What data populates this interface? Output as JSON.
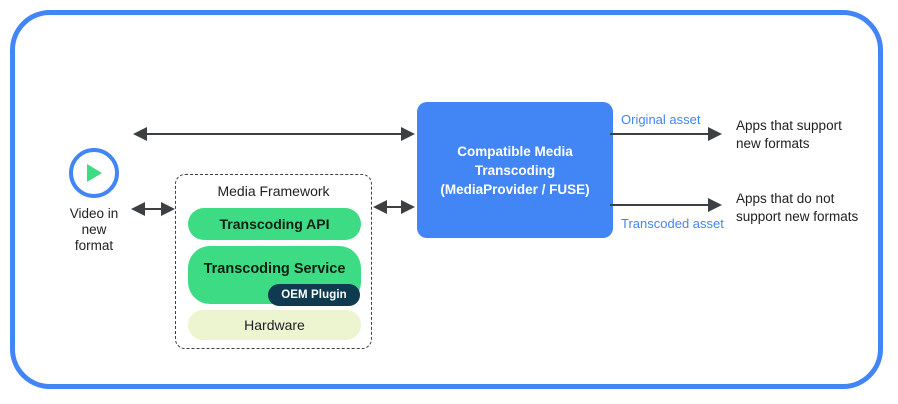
{
  "frame": {
    "border_color": "#4285F4"
  },
  "palette": {
    "blue": "#4285F4",
    "green": "#3DDC84",
    "light_green_yellow": "#ECF4D0",
    "navy": "#0E3B50",
    "arrow_gray": "#3c4043",
    "text_dark": "#202124"
  },
  "source": {
    "icon": "play-circle-icon",
    "label": "Video in\nnew\nformat"
  },
  "media_framework": {
    "title": "Media Framework",
    "layers": [
      {
        "name": "transcoding-api",
        "label": "Transcoding API",
        "color": "#3DDC84"
      },
      {
        "name": "transcoding-service",
        "label": "Transcoding Service",
        "color": "#3DDC84"
      },
      {
        "name": "hardware",
        "label": "Hardware",
        "color": "#ECF4D0"
      }
    ],
    "badge": {
      "name": "oem-plugin",
      "label": "OEM Plugin",
      "color": "#0E3B50"
    }
  },
  "cmt": {
    "label": "Compatible Media\nTranscoding\n(MediaProvider / FUSE)",
    "color": "#4285F4"
  },
  "outputs": [
    {
      "asset_label": "Original asset",
      "consumer_label": "Apps that support\nnew formats"
    },
    {
      "asset_label": "Transcoded asset",
      "consumer_label": "Apps that do not\nsupport new formats"
    }
  ],
  "arrows": [
    {
      "name": "arrow-video-to-cmt",
      "type": "double-headed"
    },
    {
      "name": "arrow-video-to-framework",
      "type": "double-headed"
    },
    {
      "name": "arrow-framework-to-cmt",
      "type": "double-headed"
    },
    {
      "name": "arrow-cmt-to-apps-support",
      "type": "single-headed"
    },
    {
      "name": "arrow-cmt-to-apps-no-support",
      "type": "single-headed"
    }
  ]
}
